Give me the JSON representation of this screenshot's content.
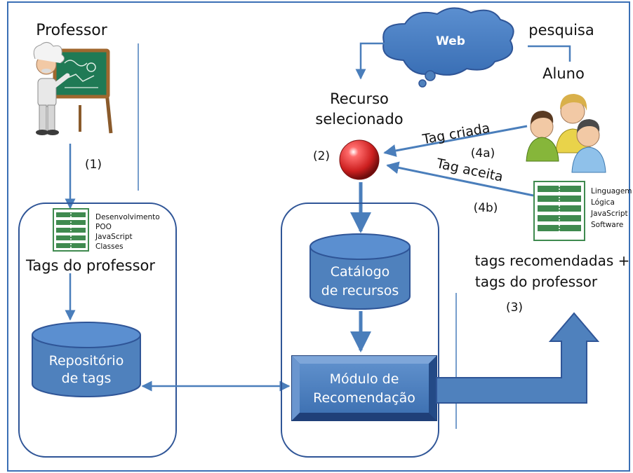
{
  "professor": {
    "title": "Professor",
    "step1": "(1)",
    "tags_list": [
      "Desenvolvimento",
      "POO",
      "JavaScript",
      "Classes"
    ],
    "tags_caption": "Tags do professor",
    "repository_line1": "Repositório",
    "repository_line2": "de tags"
  },
  "web": {
    "cloud_label": "Web",
    "search_label": "pesquisa",
    "student_label": "Aluno"
  },
  "resource": {
    "line1": "Recurso",
    "line2": "selecionado",
    "step2": "(2)"
  },
  "catalog": {
    "line1": "Catálogo",
    "line2": "de recursos"
  },
  "module": {
    "line1": "Módulo de",
    "line2": "Recomendação"
  },
  "feedback": {
    "tag_created": "Tag criada",
    "step4a": "(4a)",
    "tag_accepted": "Tag aceita",
    "step4b": "(4b)",
    "rec_tags": [
      "Linguagem",
      "Lógica",
      "JavaScript",
      "Software"
    ],
    "output_line1": "tags recomendadas +",
    "output_line2": "tags do professor",
    "step3": "(3)"
  },
  "colors": {
    "accent_blue": "#4a7ebb",
    "box_stroke": "#2f5597",
    "list_green": "#3f8a4f",
    "ball_red": "#cc1f1f"
  }
}
